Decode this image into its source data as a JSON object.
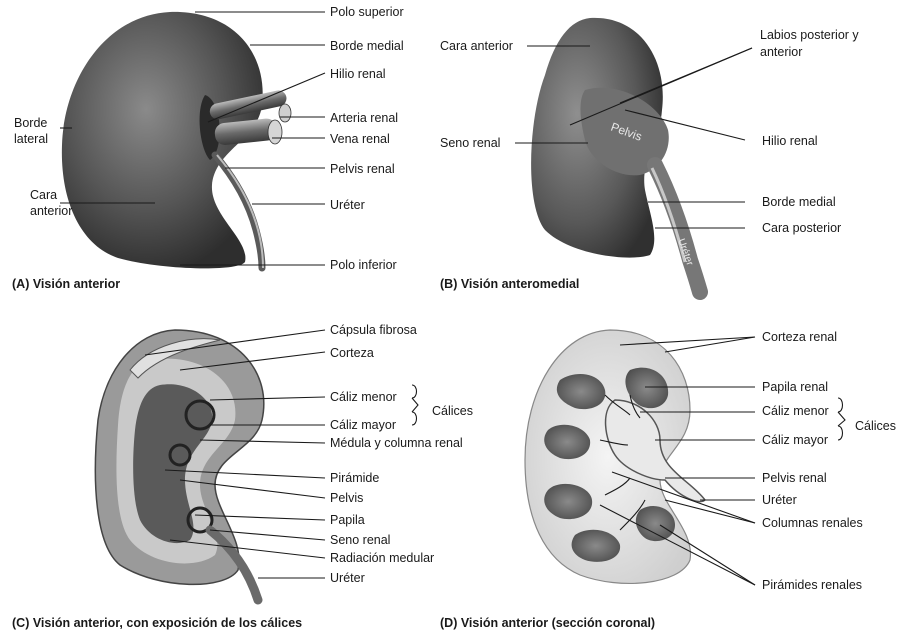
{
  "panels": {
    "a": {
      "caption": "(A) Visión anterior",
      "labels": {
        "polo_superior": "Polo superior",
        "borde_medial": "Borde medial",
        "hilio_renal": "Hilio renal",
        "arteria_renal": "Arteria renal",
        "vena_renal": "Vena renal",
        "pelvis_renal": "Pelvis renal",
        "ureter": "Uréter",
        "polo_inferior": "Polo inferior",
        "borde_lateral_1": "Borde",
        "borde_lateral_2": "lateral",
        "cara_anterior_1": "Cara",
        "cara_anterior_2": "anterior"
      }
    },
    "b": {
      "caption": "(B) Visión anteromedial",
      "labels": {
        "cara_anterior": "Cara anterior",
        "labios_1": "Labios posterior y",
        "labios_2": "anterior",
        "seno_renal": "Seno renal",
        "hilio_renal": "Hilio renal",
        "borde_medial": "Borde medial",
        "cara_posterior": "Cara posterior",
        "pelvis_inside": "Pelvis",
        "ureter_inside": "Uréter"
      }
    },
    "c": {
      "caption": "(C) Visión anterior, con exposición de los cálices",
      "labels": {
        "capsula": "Cápsula fibrosa",
        "corteza": "Corteza",
        "caliz_menor": "Cáliz menor",
        "caliz_mayor": "Cáliz mayor",
        "calices": "Cálices",
        "medula": "Médula y columna renal",
        "piramide": "Pirámide",
        "pelvis": "Pelvis",
        "papila": "Papila",
        "seno_renal": "Seno renal",
        "radiacion": "Radiación medular",
        "ureter": "Uréter"
      }
    },
    "d": {
      "caption": "(D) Visión anterior (sección coronal)",
      "labels": {
        "corteza_renal": "Corteza renal",
        "papila_renal": "Papila renal",
        "caliz_menor": "Cáliz menor",
        "caliz_mayor": "Cáliz mayor",
        "calices": "Cálices",
        "pelvis_renal": "Pelvis renal",
        "ureter": "Uréter",
        "columnas_renales": "Columnas renales",
        "piramides_renales": "Pirámides renales"
      }
    }
  },
  "colors": {
    "kidney_dark": "#4a4a4a",
    "kidney_mid": "#7a7a7a",
    "cortex_light": "#d8d8d8",
    "line": "#1a1a1a"
  }
}
